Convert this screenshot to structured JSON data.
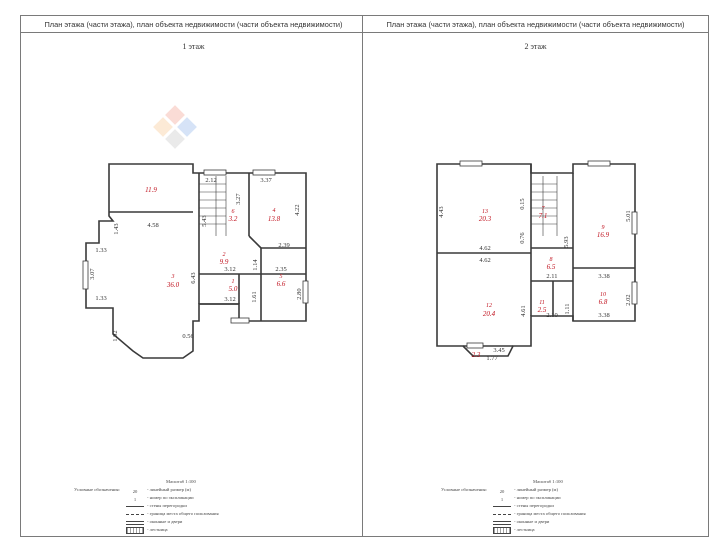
{
  "sheets": [
    {
      "header": "План этажа (части этажа), план объекта недвижимости (части объекта недвижимости)",
      "floor_title": "1 этаж",
      "rooms": [
        {
          "number": "1",
          "area": "5.0"
        },
        {
          "number": "2",
          "area": "9.9"
        },
        {
          "number": "3",
          "area": "36.0"
        },
        {
          "number": "4",
          "area": "13.8"
        },
        {
          "number": "5",
          "area": "6.6"
        },
        {
          "number": "6",
          "area": "3.2"
        },
        {
          "number": "",
          "area": "11.9"
        }
      ],
      "dims": [
        "2.12",
        "3.37",
        "4.58",
        "5.43",
        "3.27",
        "4.22",
        "1.43",
        "1.33",
        "3.07",
        "6.43",
        "2.39",
        "3.12",
        "1.14",
        "2.35",
        "2.80",
        "1.33",
        "1.61",
        "3.12",
        "1.92",
        "0.56"
      ]
    },
    {
      "header": "План этажа (части этажа), план объекта недвижимости (части объекта недвижимости)",
      "floor_title": "2 этаж",
      "rooms": [
        {
          "number": "7",
          "area": "7.1"
        },
        {
          "number": "8",
          "area": "6.5"
        },
        {
          "number": "9",
          "area": "16.9"
        },
        {
          "number": "10",
          "area": "6.8"
        },
        {
          "number": "11",
          "area": "2.5"
        },
        {
          "number": "12",
          "area": "20.4"
        },
        {
          "number": "13",
          "area": "20.3"
        },
        {
          "number": "",
          "area": "2.3"
        }
      ],
      "dims": [
        "4.43",
        "0.15",
        "0.76",
        "5.93",
        "5.01",
        "4.62",
        "4.62",
        "2.11",
        "3.38",
        "2.02",
        "4.61",
        "1.11",
        "2.10",
        "3.38",
        "3.45",
        "1.77"
      ]
    }
  ],
  "legend": {
    "scale": "Масштаб 1:100",
    "title": "Условные обозначения:",
    "items": [
      {
        "symbol": "20",
        "text": "- линейный размер (м)"
      },
      {
        "symbol": "1",
        "text": "- номер по экспликации"
      },
      {
        "symbol": "",
        "text": "- стены перегородки"
      },
      {
        "symbol": "",
        "text": "- граница места общего пользования"
      },
      {
        "symbol": "",
        "text": "- оконные и двери"
      },
      {
        "symbol": "",
        "text": "- лестница"
      }
    ]
  },
  "colors": {
    "walls": "#3a3a3a",
    "dimensions": "#333333",
    "room_labels": "#c0121e",
    "border": "#7a7a7a"
  }
}
